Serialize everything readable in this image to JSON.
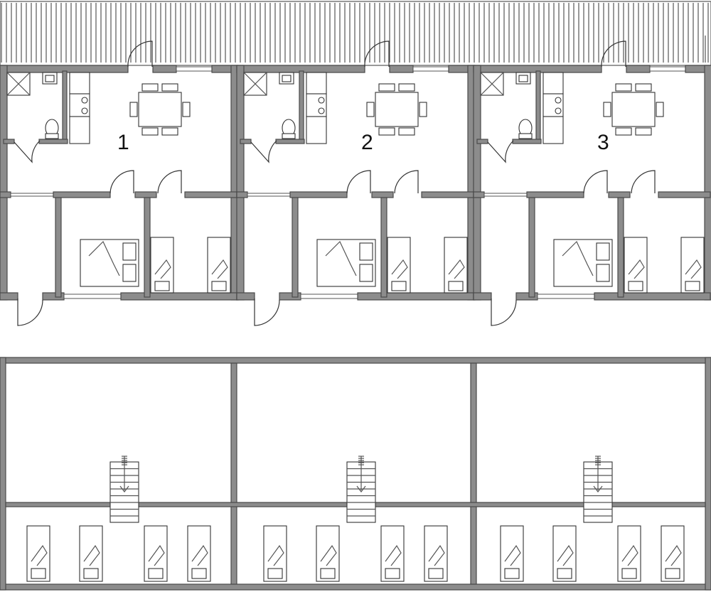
{
  "plan": {
    "ground_floor": {
      "units": [
        {
          "label": "1"
        },
        {
          "label": "2"
        },
        {
          "label": "3"
        }
      ]
    },
    "upper_floor": {
      "units": [
        {
          "beds": 4
        },
        {
          "beds": 4
        },
        {
          "beds": 4
        }
      ]
    },
    "colors": {
      "wall": "#8c8c8c",
      "line": "#333333",
      "background": "#ffffff"
    }
  }
}
